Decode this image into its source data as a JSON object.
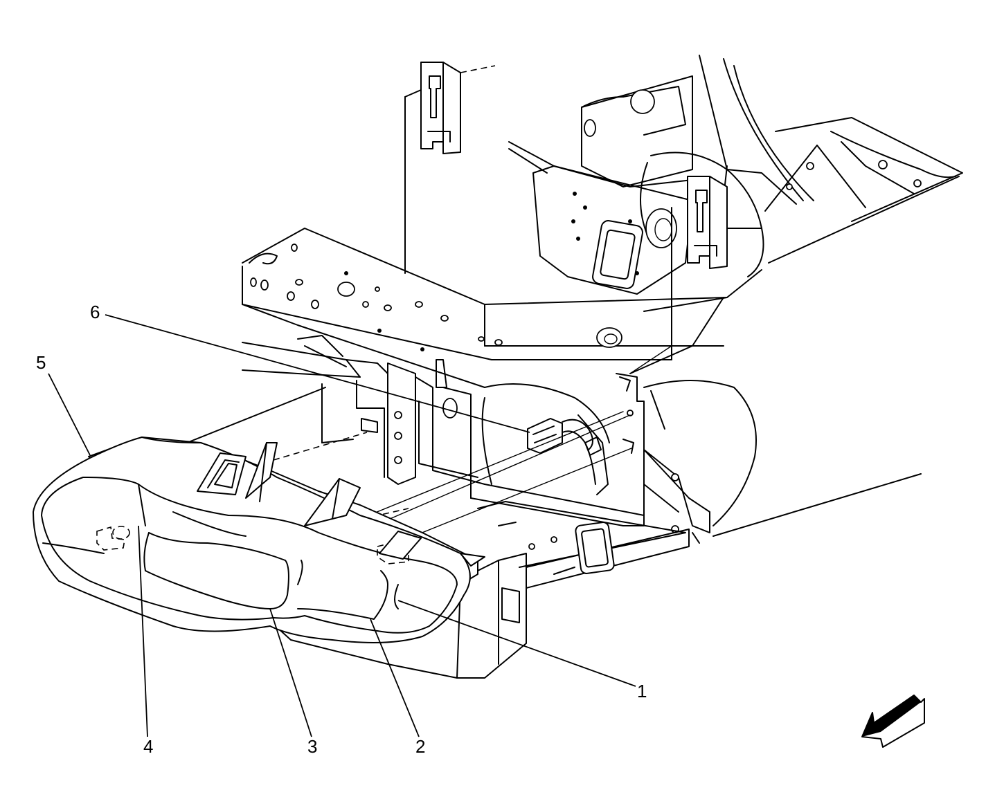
{
  "diagram": {
    "callouts": [
      {
        "id": "1",
        "label": "1"
      },
      {
        "id": "2",
        "label": "2"
      },
      {
        "id": "3",
        "label": "3"
      },
      {
        "id": "4",
        "label": "4"
      },
      {
        "id": "5",
        "label": "5"
      },
      {
        "id": "6",
        "label": "6"
      }
    ],
    "direction_arrow_icon": "front-of-vehicle-arrow-icon"
  }
}
